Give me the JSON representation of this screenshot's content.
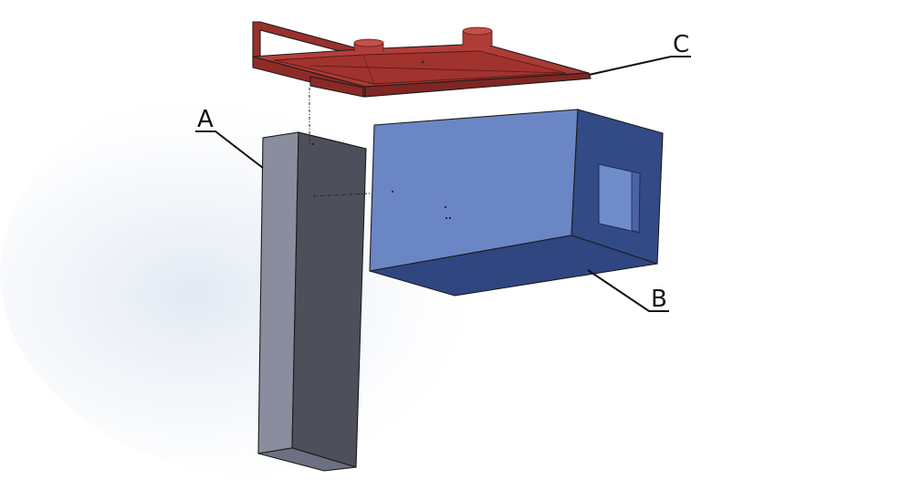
{
  "labels": {
    "a": "A",
    "b": "B",
    "c": "C"
  },
  "colors": {
    "part_a_front": "#8a8d9e",
    "part_a_side": "#4d4f5b",
    "part_b_front": "#6a86c4",
    "part_b_side": "#324a86",
    "part_b_bottom": "#2f4680",
    "part_c": "#a83a36",
    "part_c_dark": "#7a2523",
    "background_glow": "#dfe6f2"
  }
}
